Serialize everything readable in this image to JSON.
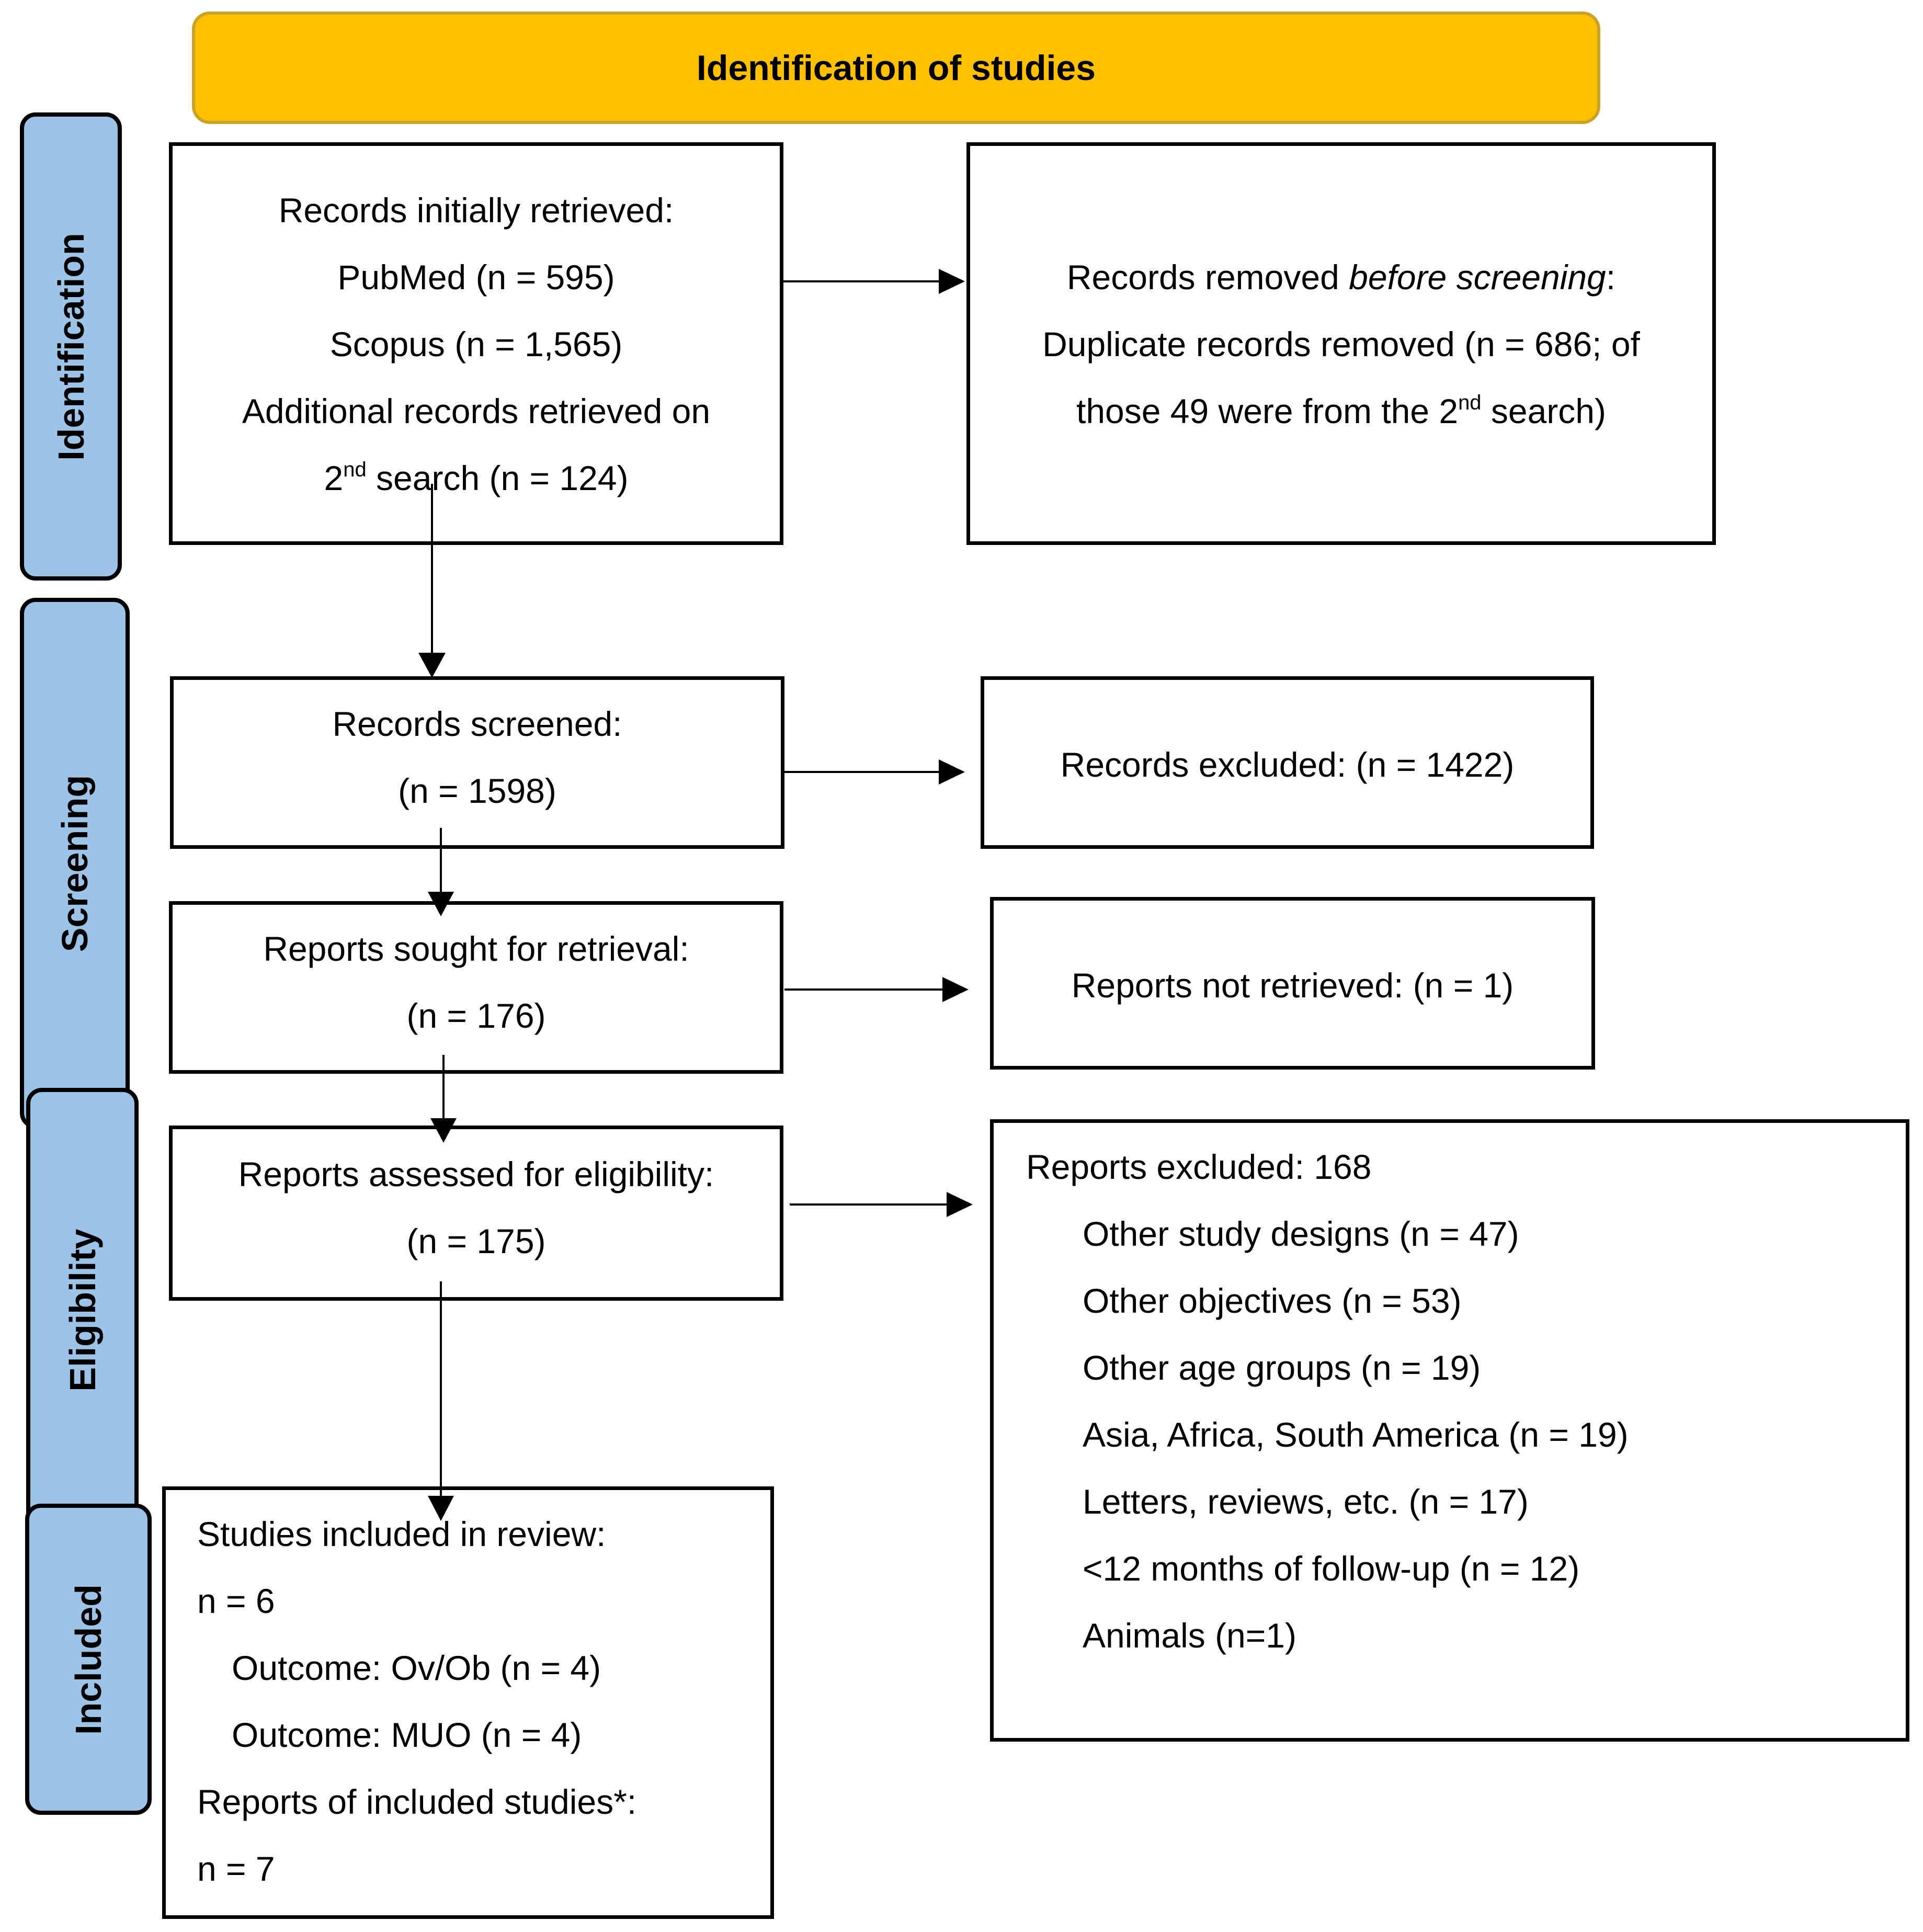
{
  "header": {
    "title": "Identification of studies"
  },
  "stages": {
    "identification": "Identification",
    "screening": "Screening",
    "eligibility": "Eligibility",
    "included": "Included"
  },
  "records_retrieved": {
    "heading": "Records initially retrieved:",
    "pubmed": "PubMed (n = 595)",
    "scopus": "Scopus (n = 1,565)",
    "additional_line1": "Additional records retrieved on",
    "additional_line2_prefix": "2",
    "additional_line2_sup": "nd",
    "additional_line2_suffix": " search (n = 124)"
  },
  "records_removed": {
    "heading_prefix": "Records removed ",
    "heading_italic": "before screening",
    "heading_suffix": ":",
    "line2": "Duplicate records removed (n = 686; of",
    "line3_prefix": "those 49 were from the 2",
    "line3_sup": "nd",
    "line3_suffix": " search)"
  },
  "records_screened": {
    "heading": "Records screened:",
    "count": "(n = 1598)"
  },
  "records_excluded": {
    "text": "Records excluded: (n = 1422)"
  },
  "reports_sought": {
    "heading": "Reports sought for retrieval:",
    "count": "(n = 176)"
  },
  "reports_not_retrieved": {
    "text": "Reports not retrieved: (n = 1)"
  },
  "reports_assessed": {
    "heading": "Reports assessed for eligibility:",
    "count": "(n = 175)"
  },
  "reports_excluded": {
    "heading": "Reports excluded: 168",
    "reasons": [
      "Other study designs (n = 47)",
      "Other objectives (n = 53)",
      "Other age groups (n = 19)",
      "Asia, Africa, South America (n = 19)",
      "Letters, reviews, etc. (n = 17)",
      "<12 months of follow-up (n = 12)",
      "Animals (n=1)"
    ]
  },
  "studies_included": {
    "heading": "Studies included in review:",
    "count": "n = 6",
    "outcome1": "Outcome: Ov/Ob (n = 4)",
    "outcome2": "Outcome: MUO (n = 4)",
    "reports_heading": "Reports of included studies*:",
    "reports_count": "n = 7"
  }
}
